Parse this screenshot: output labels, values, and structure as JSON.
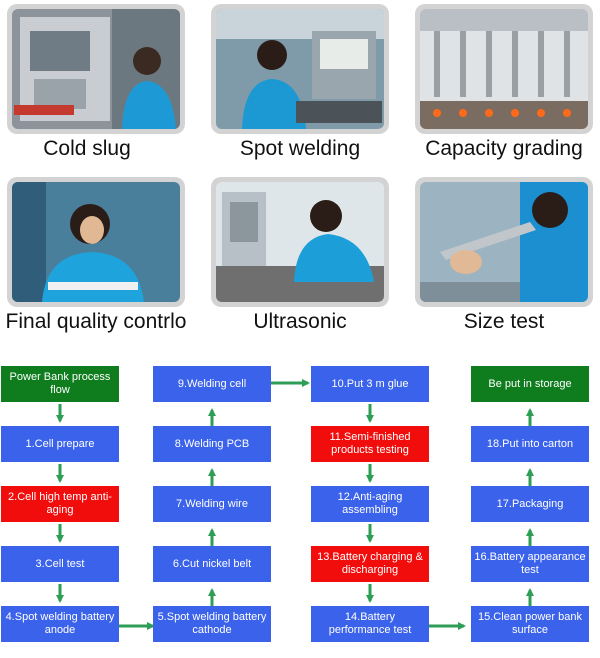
{
  "photos": [
    {
      "caption": "Cold slug",
      "icon": "worker-at-machine-photo"
    },
    {
      "caption": "Spot welding",
      "icon": "worker-welding-photo"
    },
    {
      "caption": "Capacity grading",
      "icon": "battery-testing-rack-photo"
    },
    {
      "caption": "Final quality contrlo",
      "icon": "worker-inspecting-photo"
    },
    {
      "caption": "Ultrasonic",
      "icon": "ultrasonic-welding-photo"
    },
    {
      "caption": "Size test",
      "icon": "caliper-measuring-photo"
    }
  ],
  "flow": {
    "start": "Power Bank process flow",
    "steps": [
      "1.Cell prepare",
      "2.Cell high temp anti-aging",
      "3.Cell test",
      "4.Spot welding battery anode",
      "5.Spot welding battery cathode",
      "6.Cut nickel belt",
      "7.Welding wire",
      "8.Welding PCB",
      "9.Welding cell",
      "10.Put 3 m glue",
      "11.Semi-finished products testing",
      "12.Anti-aging assembling",
      "13.Battery charging & discharging",
      "14.Battery performance test",
      "15.Clean power bank surface",
      "16.Battery appearance test",
      "17.Packaging",
      "18.Put into carton"
    ],
    "end": "Be put in storage"
  },
  "colors": {
    "blue": "#3b62ea",
    "green": "#0f7d1e",
    "red": "#f20d0d",
    "arrow": "#2e9e56",
    "frame": "#d3d3d3"
  }
}
